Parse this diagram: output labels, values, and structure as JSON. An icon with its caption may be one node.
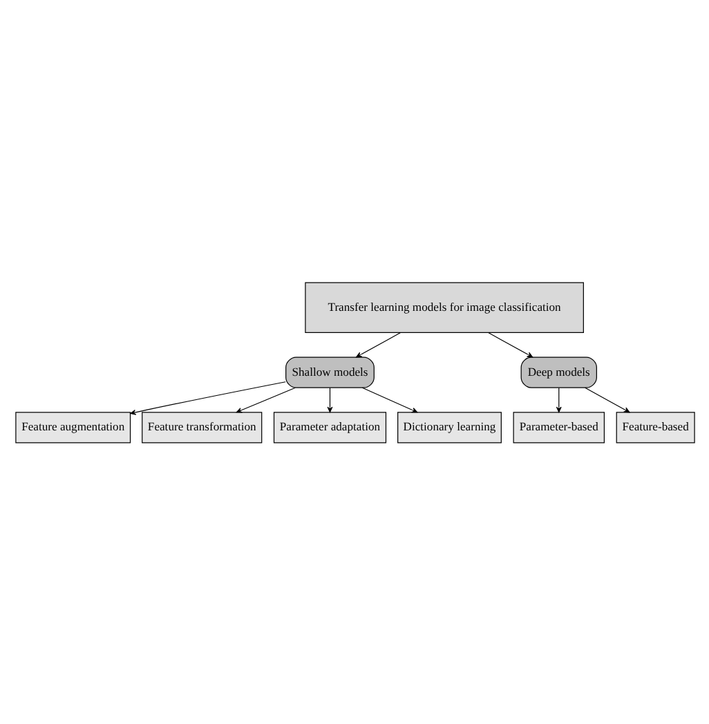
{
  "diagram": {
    "nodes": [
      {
        "text": [
          "Transfer learning models for image classification"
        ]
      },
      {
        "text": [
          "Shallow models"
        ]
      },
      {
        "text": [
          "Deep models"
        ]
      },
      {
        "text": [
          "Feature augmentation"
        ]
      },
      {
        "text": [
          "Feature transformation"
        ]
      },
      {
        "text": [
          "Parameter adaptation"
        ]
      },
      {
        "text": [
          "Dictionary learning"
        ]
      },
      {
        "text": [
          "Parameter-based"
        ]
      },
      {
        "text": [
          "Feature-based"
        ]
      }
    ],
    "edges": [
      {
        "from": 0,
        "to": 1,
        "arrow": "to"
      },
      {
        "from": 0,
        "to": 2,
        "arrow": "to"
      },
      {
        "from": 1,
        "to": 3,
        "arrow": "to"
      },
      {
        "from": 1,
        "to": 4,
        "arrow": "to"
      },
      {
        "from": 1,
        "to": 5,
        "arrow": "to"
      },
      {
        "from": 1,
        "to": 6,
        "arrow": "to"
      },
      {
        "from": 2,
        "to": 7,
        "arrow": "to"
      },
      {
        "from": 2,
        "to": 8,
        "arrow": "to"
      }
    ]
  }
}
